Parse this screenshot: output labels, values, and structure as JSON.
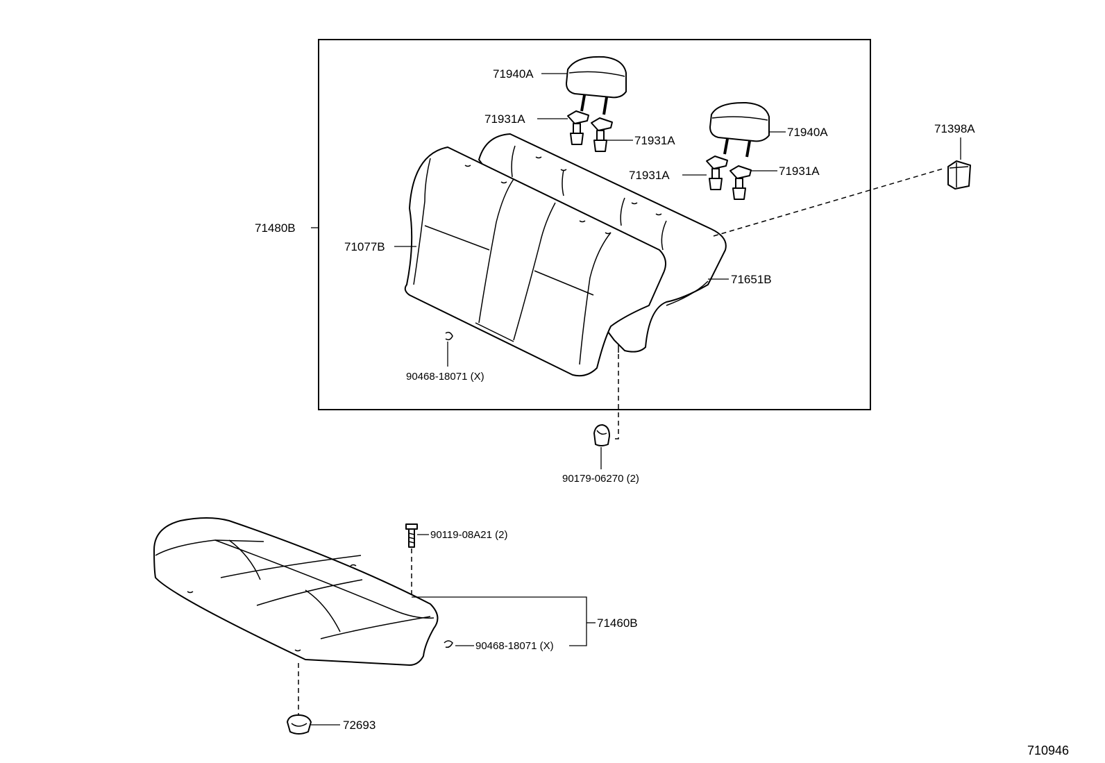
{
  "diagram": {
    "figure_number": "710946",
    "labels": {
      "headrest_left": "71940A",
      "headrest_right": "71940A",
      "support_tl": "71931A",
      "support_tr": "71931A",
      "support_bl": "71931A",
      "support_br": "71931A",
      "hook": "71398A",
      "seatback_assy": "71480B",
      "seatback_cover_left": "71077B",
      "seatback_cover_right": "71651B",
      "hog_ring_upper": "90468-18071 (X)",
      "grommet": "90179-06270 (2)",
      "bolt": "90119-08A21 (2)",
      "cushion_assy": "71460B",
      "hog_ring_lower": "90468-18071 (X)",
      "clip": "72693"
    }
  }
}
